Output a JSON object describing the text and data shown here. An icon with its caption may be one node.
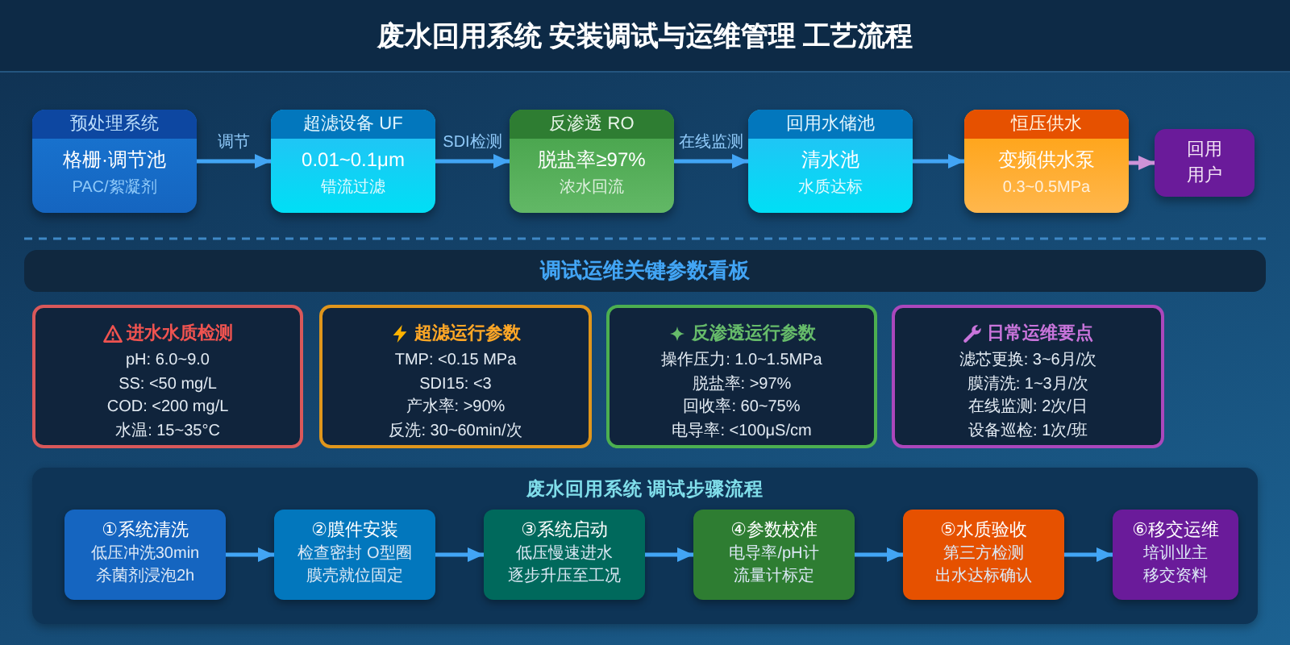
{
  "diagram": {
    "title": "废水回用系统 安装调试与运维管理 工艺流程",
    "nodes": [
      {
        "text": [
          "预处理系统",
          "格栅·调节池",
          "PAC/絮凝剂"
        ]
      },
      {
        "text": [
          "超滤设备 UF",
          "0.01~0.1μm",
          "错流过滤"
        ]
      },
      {
        "text": [
          "反渗透 RO",
          "脱盐率≥97%",
          "浓水回流"
        ]
      },
      {
        "text": [
          "回用水储池",
          "清水池",
          "水质达标"
        ]
      },
      {
        "text": [
          "恒压供水",
          "变频供水泵",
          "0.3~0.5MPa"
        ]
      },
      {
        "text": [
          "回用用户"
        ]
      },
      {
        "text": [
          "调试运维关键参数看板"
        ]
      },
      {
        "text": [
          "进水水质检测",
          "pH: 6.0~9.0",
          "SS: <50 mg/L",
          "COD: <200 mg/L",
          "水温: 15~35°C"
        ]
      },
      {
        "text": [
          "超滤运行参数",
          "TMP: <0.15 MPa",
          "SDI15: <3",
          "产水率: >90%",
          "反洗: 30~60min/次"
        ]
      },
      {
        "text": [
          "反渗透运行参数",
          "操作压力: 1.0~1.5MPa",
          "脱盐率: >97%",
          "回收率: 60~75%",
          "电导率: <100μS/cm"
        ]
      },
      {
        "text": [
          "日常运维要点",
          "滤芯更换: 3~6月/次",
          "膜清洗: 1~3月/次",
          "在线监测: 2次/日",
          "设备巡检: 1次/班"
        ]
      },
      {
        "text": [
          "废水回用系统 调试步骤流程"
        ]
      },
      {
        "text": [
          "①系统清洗",
          "低压冲洗30min",
          "杀菌剂浸泡2h"
        ],
        "in": 11
      },
      {
        "text": [
          "②膜件安装",
          "检查密封 O型圈",
          "膜壳就位固定"
        ],
        "in": 11
      },
      {
        "text": [
          "③系统启动",
          "低压慢速进水",
          "逐步升压至工况"
        ],
        "in": 11
      },
      {
        "text": [
          "④参数校准",
          "电导率/pH计",
          "流量计标定"
        ],
        "in": 11
      },
      {
        "text": [
          "⑤水质验收",
          "第三方检测",
          "出水达标确认"
        ],
        "in": 11
      },
      {
        "text": [
          "⑥移交运维",
          "培训业主",
          "移交资料"
        ],
        "in": 11
      }
    ],
    "edges": [
      {
        "from": 0,
        "to": 1,
        "arrow": "to",
        "label": "调节"
      },
      {
        "from": 1,
        "to": 2,
        "arrow": "to",
        "label": "SDI检测"
      },
      {
        "from": 2,
        "to": 3,
        "arrow": "to",
        "label": "在线监测"
      },
      {
        "from": 3,
        "to": 4,
        "arrow": "to"
      },
      {
        "from": 4,
        "to": 5,
        "arrow": "to",
        "color": "#ce93d8"
      },
      {
        "from": 12,
        "to": 13,
        "arrow": "to"
      },
      {
        "from": 13,
        "to": 14,
        "arrow": "to"
      },
      {
        "from": 14,
        "to": 15,
        "arrow": "to"
      },
      {
        "from": 15,
        "to": 16,
        "arrow": "to"
      },
      {
        "from": 16,
        "to": 17,
        "arrow": "to"
      }
    ]
  }
}
